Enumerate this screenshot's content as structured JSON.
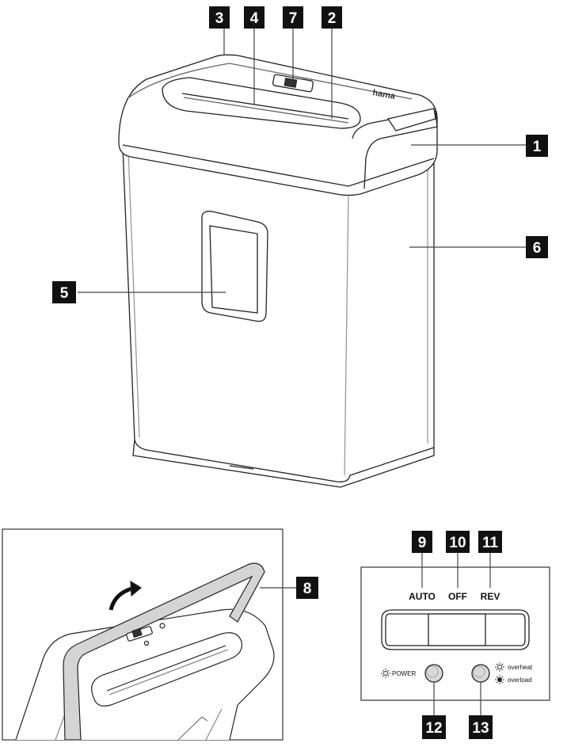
{
  "callouts": [
    "1",
    "2",
    "3",
    "4",
    "5",
    "6",
    "7",
    "8",
    "9",
    "10",
    "11",
    "12",
    "13"
  ],
  "brand": "hama",
  "control_panel": {
    "auto_label": "AUTO",
    "off_label": "OFF",
    "rev_label": "REV",
    "power_label": "POWER",
    "overheat_label": "overheat",
    "overload_label": "overload"
  }
}
